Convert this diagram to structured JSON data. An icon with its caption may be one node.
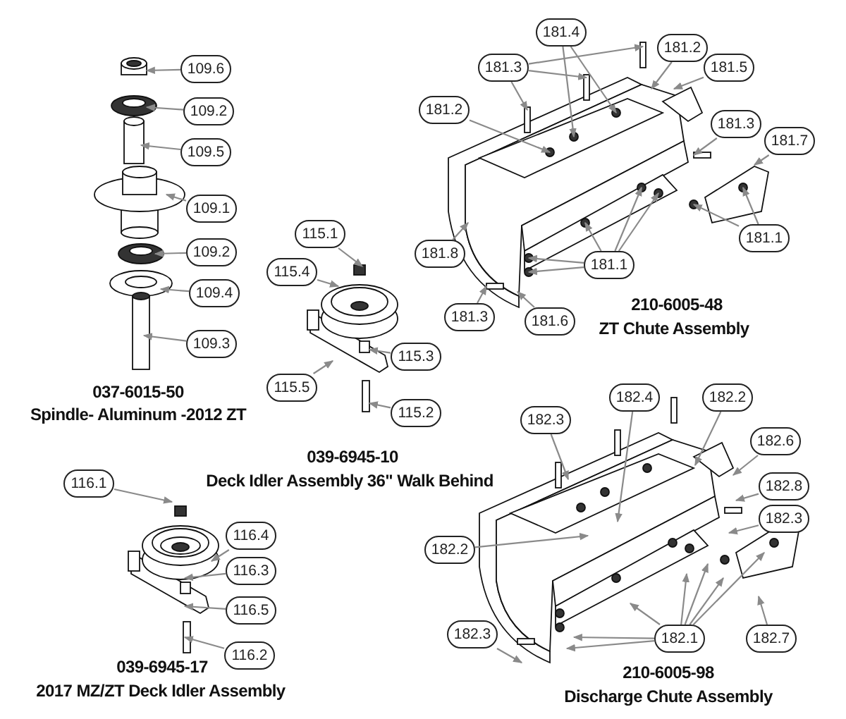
{
  "diagram": {
    "nodes": [
      {
        "text": [
          "109.6"
        ]
      },
      {
        "text": [
          "109.2"
        ]
      },
      {
        "text": [
          "109.5"
        ]
      },
      {
        "text": [
          "109.1"
        ]
      },
      {
        "text": [
          "109.2"
        ]
      },
      {
        "text": [
          "109.4"
        ]
      },
      {
        "text": [
          "109.3"
        ]
      },
      {
        "text": [
          "115.1"
        ]
      },
      {
        "text": [
          "115.4"
        ]
      },
      {
        "text": [
          "115.3"
        ]
      },
      {
        "text": [
          "115.5"
        ]
      },
      {
        "text": [
          "115.2"
        ]
      },
      {
        "text": [
          "181.4"
        ]
      },
      {
        "text": [
          "181.3"
        ]
      },
      {
        "text": [
          "181.2"
        ]
      },
      {
        "text": [
          "181.5"
        ]
      },
      {
        "text": [
          "181.2"
        ]
      },
      {
        "text": [
          "181.3"
        ]
      },
      {
        "text": [
          "181.7"
        ]
      },
      {
        "text": [
          "181.8"
        ]
      },
      {
        "text": [
          "181.1"
        ]
      },
      {
        "text": [
          "181.1"
        ]
      },
      {
        "text": [
          "181.3"
        ]
      },
      {
        "text": [
          "181.6"
        ]
      },
      {
        "text": [
          "116.1"
        ]
      },
      {
        "text": [
          "116.4"
        ]
      },
      {
        "text": [
          "116.3"
        ]
      },
      {
        "text": [
          "116.5"
        ]
      },
      {
        "text": [
          "116.2"
        ]
      },
      {
        "text": [
          "182.4"
        ]
      },
      {
        "text": [
          "182.2"
        ]
      },
      {
        "text": [
          "182.3"
        ]
      },
      {
        "text": [
          "182.6"
        ]
      },
      {
        "text": [
          "182.8"
        ]
      },
      {
        "text": [
          "182.3"
        ]
      },
      {
        "text": [
          "182.2"
        ]
      },
      {
        "text": [
          "182.1"
        ]
      },
      {
        "text": [
          "182.7"
        ]
      },
      {
        "text": [
          "182.3"
        ]
      },
      {
        "text": [],
        "shape": "picture"
      },
      {
        "text": [],
        "shape": "picture"
      },
      {
        "text": [],
        "shape": "picture"
      },
      {
        "text": [],
        "shape": "picture"
      },
      {
        "text": [],
        "shape": "picture"
      }
    ],
    "edges": [
      {
        "from": 0,
        "to": 39,
        "arrow": "to"
      },
      {
        "from": 1,
        "to": 39,
        "arrow": "to"
      },
      {
        "from": 2,
        "to": 39,
        "arrow": "to"
      },
      {
        "from": 3,
        "to": 39,
        "arrow": "to"
      },
      {
        "from": 4,
        "to": 39,
        "arrow": "to"
      },
      {
        "from": 5,
        "to": 39,
        "arrow": "to"
      },
      {
        "from": 6,
        "to": 39,
        "arrow": "to"
      },
      {
        "from": 7,
        "to": 40,
        "arrow": "to"
      },
      {
        "from": 8,
        "to": 40,
        "arrow": "to"
      },
      {
        "from": 9,
        "to": 40,
        "arrow": "to"
      },
      {
        "from": 10,
        "to": 40,
        "arrow": "to"
      },
      {
        "from": 11,
        "to": 40,
        "arrow": "to"
      },
      {
        "from": 12,
        "to": 41,
        "arrow": "to"
      },
      {
        "from": 12,
        "to": 41,
        "arrow": "to"
      },
      {
        "from": 13,
        "to": 41,
        "arrow": "to"
      },
      {
        "from": 13,
        "to": 41,
        "arrow": "to"
      },
      {
        "from": 13,
        "to": 41,
        "arrow": "to"
      },
      {
        "from": 14,
        "to": 41,
        "arrow": "to"
      },
      {
        "from": 15,
        "to": 41,
        "arrow": "to"
      },
      {
        "from": 16,
        "to": 41,
        "arrow": "to"
      },
      {
        "from": 17,
        "to": 41,
        "arrow": "to"
      },
      {
        "from": 18,
        "to": 41,
        "arrow": "to"
      },
      {
        "from": 19,
        "to": 41,
        "arrow": "to"
      },
      {
        "from": 20,
        "to": 41,
        "arrow": "to"
      },
      {
        "from": 20,
        "to": 41,
        "arrow": "to"
      },
      {
        "from": 21,
        "to": 41,
        "arrow": "to"
      },
      {
        "from": 21,
        "to": 41,
        "arrow": "to"
      },
      {
        "from": 21,
        "to": 41,
        "arrow": "to"
      },
      {
        "from": 21,
        "to": 41,
        "arrow": "to"
      },
      {
        "from": 21,
        "to": 41,
        "arrow": "to"
      },
      {
        "from": 22,
        "to": 41,
        "arrow": "to"
      },
      {
        "from": 23,
        "to": 41,
        "arrow": "to"
      },
      {
        "from": 24,
        "to": 42,
        "arrow": "to"
      },
      {
        "from": 25,
        "to": 42,
        "arrow": "to"
      },
      {
        "from": 26,
        "to": 42,
        "arrow": "to"
      },
      {
        "from": 27,
        "to": 42,
        "arrow": "to"
      },
      {
        "from": 28,
        "to": 42,
        "arrow": "to"
      },
      {
        "from": 29,
        "to": 43,
        "arrow": "to"
      },
      {
        "from": 30,
        "to": 43,
        "arrow": "to"
      },
      {
        "from": 31,
        "to": 43,
        "arrow": "to"
      },
      {
        "from": 32,
        "to": 43,
        "arrow": "to"
      },
      {
        "from": 33,
        "to": 43,
        "arrow": "to"
      },
      {
        "from": 34,
        "to": 43,
        "arrow": "to"
      },
      {
        "from": 35,
        "to": 43,
        "arrow": "to"
      },
      {
        "from": 36,
        "to": 43,
        "arrow": "to"
      },
      {
        "from": 36,
        "to": 43,
        "arrow": "to"
      },
      {
        "from": 36,
        "to": 43,
        "arrow": "to"
      },
      {
        "from": 36,
        "to": 43,
        "arrow": "to"
      },
      {
        "from": 36,
        "to": 43,
        "arrow": "to"
      },
      {
        "from": 36,
        "to": 43,
        "arrow": "to"
      },
      {
        "from": 36,
        "to": 43,
        "arrow": "to"
      },
      {
        "from": 37,
        "to": 43,
        "arrow": "to"
      },
      {
        "from": 38,
        "to": 43,
        "arrow": "to"
      }
    ],
    "labels": [
      "037-6015-50",
      "Spindle- Aluminum -2012 ZT",
      "039-6945-10",
      "Deck Idler Assembly 36\" Walk Behind",
      "210-6005-48",
      "ZT Chute Assembly",
      "039-6945-17",
      "2017 MZ/ZT Deck Idler Assembly",
      "210-6005-98",
      "Discharge Chute Assembly"
    ]
  }
}
